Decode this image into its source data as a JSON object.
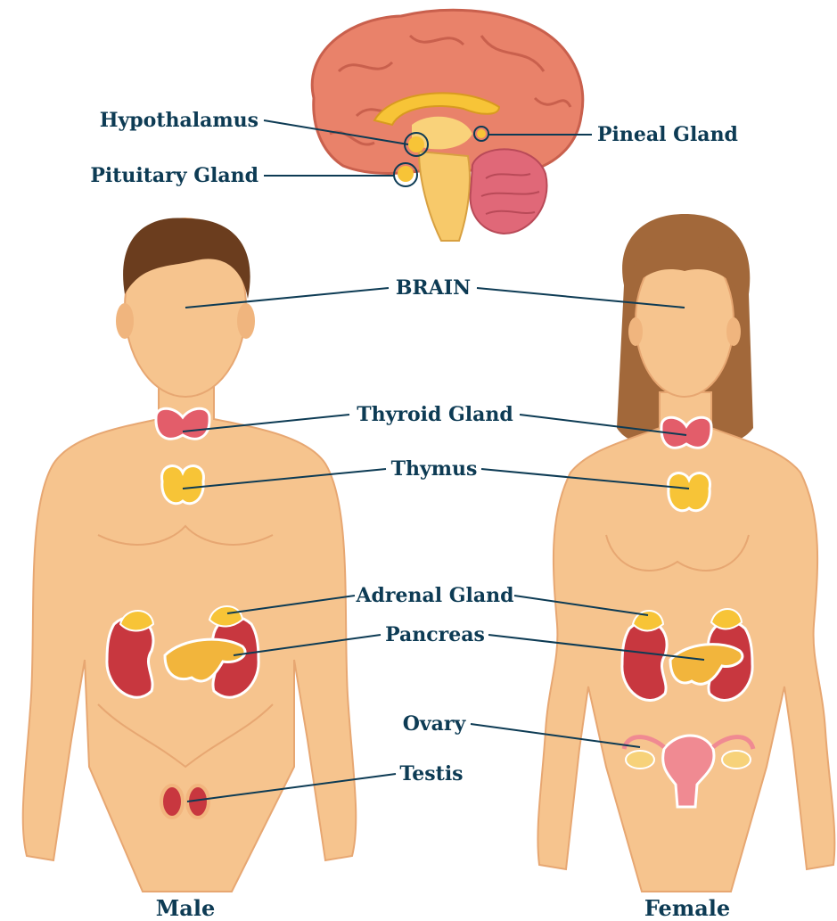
{
  "labels": {
    "hypothalamus": "Hypothalamus",
    "pituitary": "Pituitary Gland",
    "pineal": "Pineal Gland",
    "brain": "BRAIN",
    "thyroid": "Thyroid Gland",
    "thymus": "Thymus",
    "adrenal": "Adrenal Gland",
    "pancreas": "Pancreas",
    "ovary": "Ovary",
    "testis": "Testis"
  },
  "figures": {
    "male": "Male",
    "female": "Female"
  },
  "colors": {
    "label_text": "#0d3b54",
    "skin": "#f6c48e",
    "skin_shadow": "#e7a772",
    "brain": "#e9826a",
    "brain_dark": "#c9604d",
    "male_hair": "#6b3d1e",
    "female_hair": "#a2683a",
    "thyroid": "#e35d6a",
    "gland_yellow": "#f7c437",
    "kidney": "#c8373f",
    "pancreas": "#f2b53c"
  }
}
